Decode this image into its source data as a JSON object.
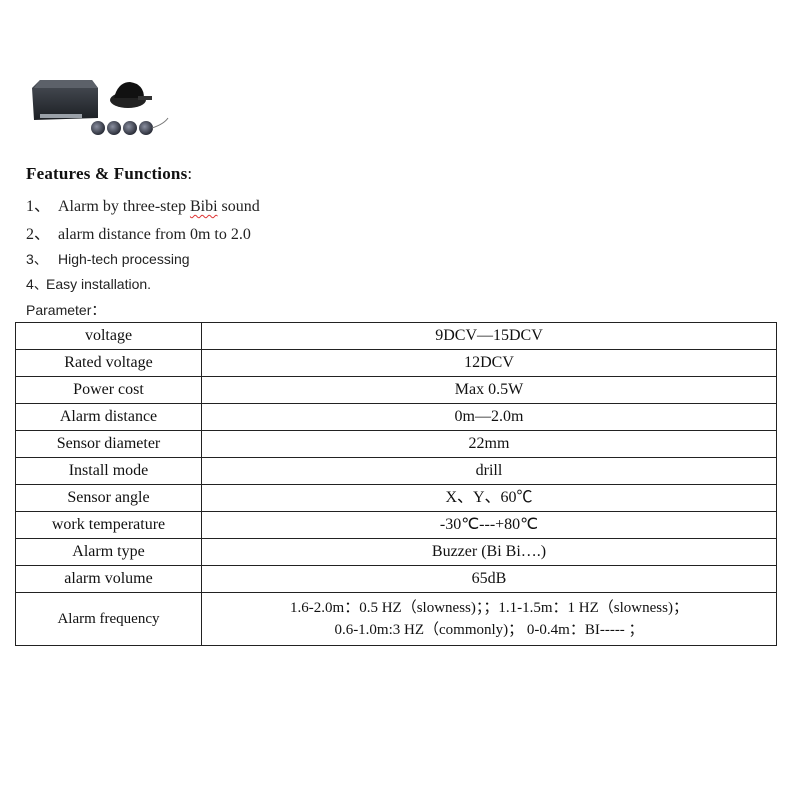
{
  "features": {
    "heading": "Features & Functions",
    "heading_colon": ":",
    "items": [
      {
        "num": "1、",
        "pre": "Alarm by three-step ",
        "marked": "Bibi",
        "post": " sound"
      },
      {
        "num": "2、",
        "text": "alarm distance from  0m to 2.0"
      },
      {
        "num": "3、",
        "text": "High-tech processing"
      },
      {
        "num": "4、",
        "text": "Easy installation."
      }
    ]
  },
  "parameter_label": "Parameter：",
  "parameters": [
    {
      "key": "voltage",
      "value": "9DCV—15DCV"
    },
    {
      "key": "Rated voltage",
      "value": "12DCV"
    },
    {
      "key": "Power cost",
      "value": "Max 0.5W"
    },
    {
      "key": "Alarm distance",
      "value": "0m—2.0m"
    },
    {
      "key": "Sensor diameter",
      "value": "22mm"
    },
    {
      "key": "Install mode",
      "value": "drill"
    },
    {
      "key": "Sensor angle",
      "value": "X、Y、60℃"
    },
    {
      "key": "work temperature",
      "value": "-30℃---+80℃"
    },
    {
      "key": "Alarm type",
      "value": "Buzzer (Bi Bi….)"
    },
    {
      "key": "alarm volume",
      "value": "65dB"
    },
    {
      "key": "Alarm frequency",
      "value_line1": "1.6-2.0m：0.5 HZ（slowness)；；1.1-1.5m：1 HZ（slowness)；",
      "value_line2": "0.6-1.0m:3 HZ（commonly)；  0-0.4m：BI----- ；"
    }
  ]
}
